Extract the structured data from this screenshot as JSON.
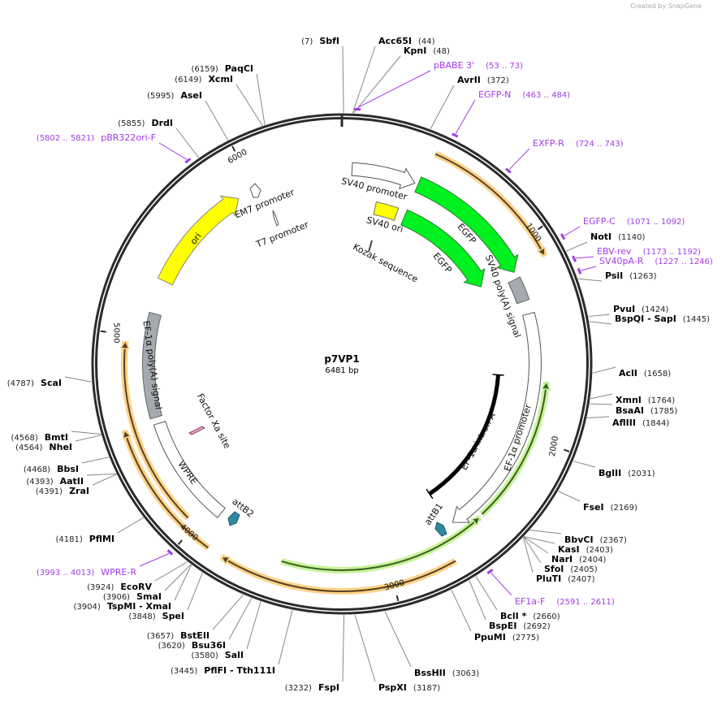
{
  "credit": "Created by SnapGene",
  "plasmid": {
    "name": "p7VP1",
    "length": "6481 bp",
    "total_bp": 6481
  },
  "colors": {
    "ring": "#2b2b2b",
    "primer": "#a23be6",
    "egfp": "#00f020",
    "ori": "#ffff00",
    "polyA": "#a5a9b0",
    "att": "#2f8aa0",
    "orange_highlight": "#fcd38a",
    "green_highlight": "#c8f39a"
  },
  "ticks": [
    "1000",
    "2000",
    "3000",
    "4000",
    "5000",
    "6000"
  ],
  "features": [
    {
      "label": "SV40 promoter"
    },
    {
      "label": "EGFP"
    },
    {
      "label": "SV40 ori"
    },
    {
      "label": "EGFP"
    },
    {
      "label": "SV40 poly(A) signal"
    },
    {
      "label": "EF-1α promoter"
    },
    {
      "label": "EF-1α intron A"
    },
    {
      "label": "WPRE"
    },
    {
      "label": "EF-1α poly(A) signal"
    },
    {
      "label": "ori"
    },
    {
      "label": "Kozak sequence"
    },
    {
      "label": "attB1"
    },
    {
      "label": "attB2"
    },
    {
      "label": "Factor Xa site"
    },
    {
      "label": "EM7 promoter"
    },
    {
      "label": "T7 promoter"
    }
  ],
  "enzymes": [
    {
      "name": "SbfI",
      "pos": "(7)",
      "bp": 7
    },
    {
      "name": "Acc65I",
      "pos": "(44)",
      "bp": 44
    },
    {
      "name": "KpnI",
      "pos": "(48)",
      "bp": 48
    },
    {
      "name": "AvrII",
      "pos": "(372)",
      "bp": 372
    },
    {
      "name": "NotI",
      "pos": "(1140)",
      "bp": 1140
    },
    {
      "name": "PsiI",
      "pos": "(1263)",
      "bp": 1263
    },
    {
      "name": "PvuI",
      "pos": "(1424)",
      "bp": 1424
    },
    {
      "name": "BspQI  - SapI",
      "pos": "(1445)",
      "bp": 1445
    },
    {
      "name": "AclI",
      "pos": "(1658)",
      "bp": 1658
    },
    {
      "name": "XmnI",
      "pos": "(1764)",
      "bp": 1764
    },
    {
      "name": "BsaAI",
      "pos": "(1785)",
      "bp": 1785
    },
    {
      "name": "AflIII",
      "pos": "(1844)",
      "bp": 1844
    },
    {
      "name": "BglII",
      "pos": "(2031)",
      "bp": 2031
    },
    {
      "name": "FseI",
      "pos": "(2169)",
      "bp": 2169
    },
    {
      "name": "BbvCI",
      "pos": "(2367)",
      "bp": 2367
    },
    {
      "name": "KasI",
      "pos": "(2403)",
      "bp": 2403
    },
    {
      "name": "NarI",
      "pos": "(2404)",
      "bp": 2404
    },
    {
      "name": "SfoI",
      "pos": "(2405)",
      "bp": 2405
    },
    {
      "name": "PluTI",
      "pos": "(2407)",
      "bp": 2407
    },
    {
      "name": "BclI *",
      "pos": "(2660)",
      "bp": 2660
    },
    {
      "name": "BspEI",
      "pos": "(2692)",
      "bp": 2692
    },
    {
      "name": "PpuMI",
      "pos": "(2775)",
      "bp": 2775
    },
    {
      "name": "BssHII",
      "pos": "(3063)",
      "bp": 3063
    },
    {
      "name": "PspXI",
      "pos": "(3187)",
      "bp": 3187
    },
    {
      "name": "FspI",
      "pos": "(3232)",
      "bp": 3232
    },
    {
      "name": "PflFI  - Tth111I",
      "pos": "(3445)",
      "bp": 3445
    },
    {
      "name": "SalI",
      "pos": "(3580)",
      "bp": 3580
    },
    {
      "name": "Bsu36I",
      "pos": "(3620)",
      "bp": 3620
    },
    {
      "name": "BstEII",
      "pos": "(3657)",
      "bp": 3657
    },
    {
      "name": "SpeI",
      "pos": "(3848)",
      "bp": 3848
    },
    {
      "name": "TspMI  - XmaI",
      "pos": "(3904)",
      "bp": 3904
    },
    {
      "name": "SmaI",
      "pos": "(3906)",
      "bp": 3906
    },
    {
      "name": "EcoRV",
      "pos": "(3924)",
      "bp": 3924
    },
    {
      "name": "PflMI",
      "pos": "(4181)",
      "bp": 4181
    },
    {
      "name": "ZraI",
      "pos": "(4391)",
      "bp": 4391
    },
    {
      "name": "AatII",
      "pos": "(4393)",
      "bp": 4393
    },
    {
      "name": "BbsI",
      "pos": "(4468)",
      "bp": 4468
    },
    {
      "name": "NheI",
      "pos": "(4564)",
      "bp": 4564
    },
    {
      "name": "BmtI",
      "pos": "(4568)",
      "bp": 4568
    },
    {
      "name": "ScaI",
      "pos": "(4787)",
      "bp": 4787
    },
    {
      "name": "DrdI",
      "pos": "(5855)",
      "bp": 5855
    },
    {
      "name": "AseI",
      "pos": "(5995)",
      "bp": 5995
    },
    {
      "name": "XcmI",
      "pos": "(6149)",
      "bp": 6149
    },
    {
      "name": "PaqCI",
      "pos": "(6159)",
      "bp": 6159
    }
  ],
  "primers": [
    {
      "name": "pBABE 3'",
      "range": "(53 .. 73)",
      "start": 53,
      "end": 73
    },
    {
      "name": "EGFP-N",
      "range": "(463 .. 484)",
      "start": 463,
      "end": 484
    },
    {
      "name": "EXFP-R",
      "range": "(724 .. 743)",
      "start": 724,
      "end": 743
    },
    {
      "name": "EGFP-C",
      "range": "(1071 .. 1092)",
      "start": 1071,
      "end": 1092
    },
    {
      "name": "EBV-rev",
      "range": "(1173 .. 1192)",
      "start": 1173,
      "end": 1192
    },
    {
      "name": "SV40pA-R",
      "range": "(1227 .. 1246)",
      "start": 1227,
      "end": 1246
    },
    {
      "name": "EF1a-F",
      "range": "(2591 .. 2611)",
      "start": 2591,
      "end": 2611
    },
    {
      "name": "WPRE-R",
      "range": "(3993 .. 4013)",
      "start": 3993,
      "end": 4013
    },
    {
      "name": "pBR322ori-F",
      "range": "(5802 .. 5821)",
      "start": 5802,
      "end": 5821
    }
  ]
}
